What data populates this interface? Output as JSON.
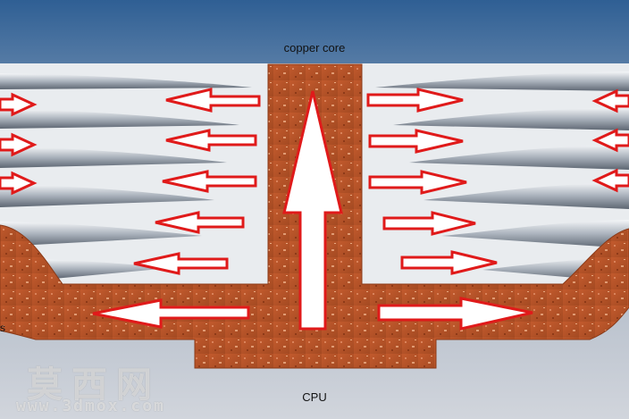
{
  "labels": {
    "top": "copper core",
    "bottom": "CPU",
    "left_edge_fragment": "s"
  },
  "watermark": {
    "chinese": "莫西网",
    "url": "www.3dmox.com"
  },
  "colors": {
    "background_top": "#2f5f94",
    "background_bottom": "#c9ced6",
    "copper": "#b5522a",
    "arrow_outline": "#e01a1a",
    "arrow_fill": "#ffffff",
    "fin_metal": "#c7ccd3"
  }
}
